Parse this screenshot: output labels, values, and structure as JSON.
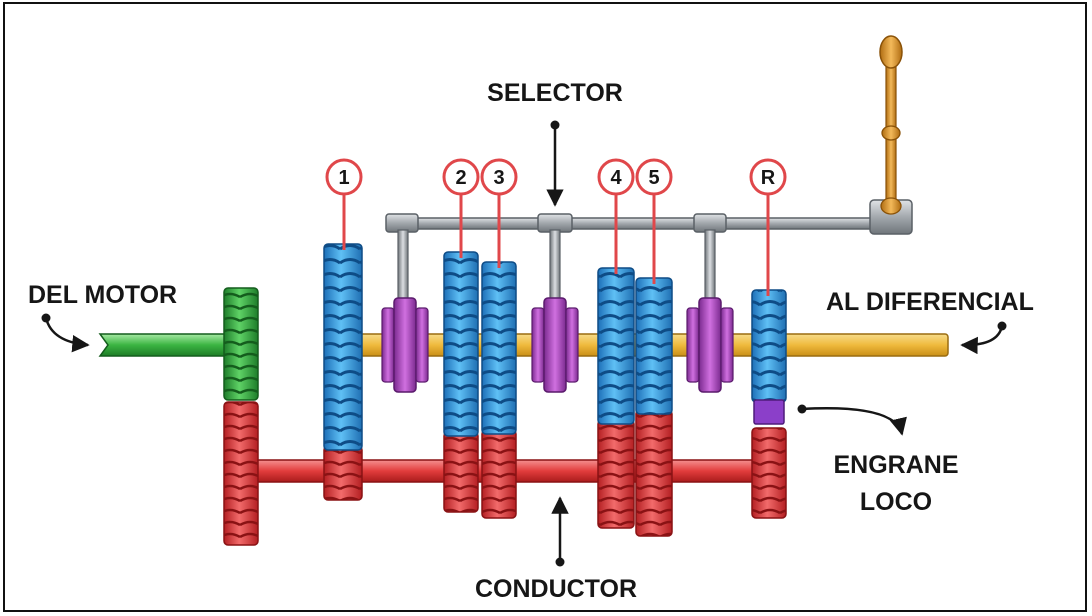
{
  "labels": {
    "selector": "SELECTOR",
    "del_motor": "DEL MOTOR",
    "al_diferencial": "AL DIFERENCIAL",
    "engrane_loco_1": "ENGRANE",
    "engrane_loco_2": "LOCO",
    "conductor": "CONDUCTOR"
  },
  "gear_numbers": [
    "1",
    "2",
    "3",
    "4",
    "5",
    "R"
  ],
  "colors": {
    "input_shaft": "#35b23f",
    "counter_shaft": "#e8393b",
    "output_shaft": "#f2c14e",
    "main_gears": "#3fa4e6",
    "synchronizers": "#b048c4",
    "idler_gear": "#8b3fc9",
    "selector_rod": "#9aa0a6",
    "lever": "#e0972c",
    "marker_ring": "#e0474a"
  }
}
